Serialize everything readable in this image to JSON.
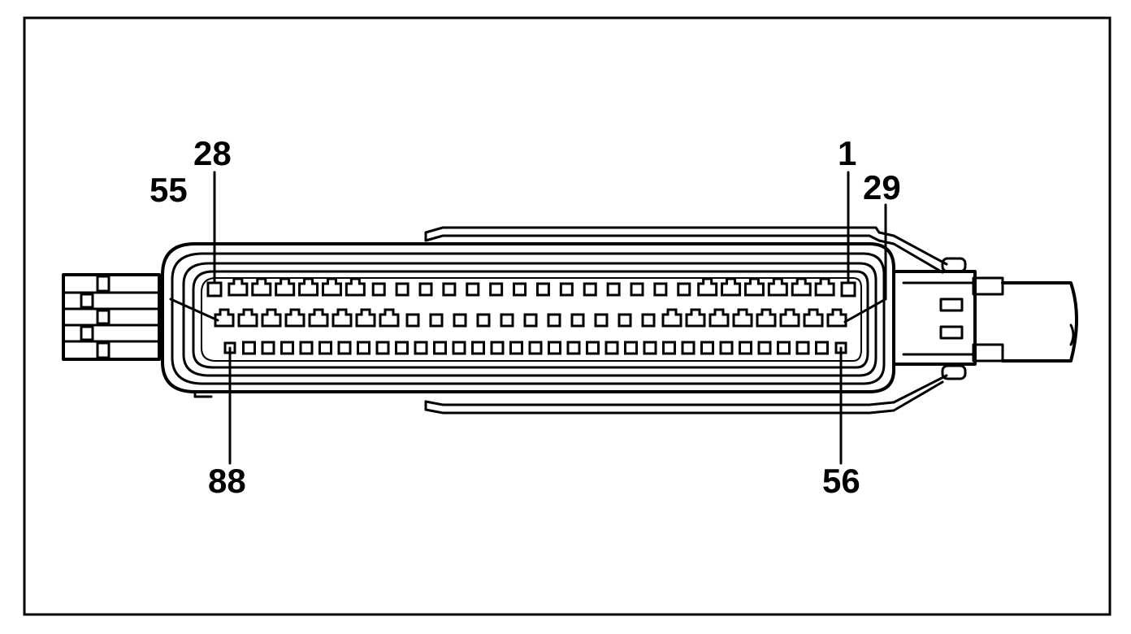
{
  "diagram": {
    "type": "connector-pinout",
    "rows": [
      {
        "name": "top-row",
        "first_pin": "28",
        "last_pin": "1",
        "pin_count": 28
      },
      {
        "name": "middle-row",
        "first_pin": "55",
        "last_pin": "29",
        "pin_count": 27
      },
      {
        "name": "bottom-row",
        "first_pin": "88",
        "last_pin": "56",
        "pin_count": 33
      }
    ],
    "labels": {
      "pin_28": "28",
      "pin_1": "1",
      "pin_55": "55",
      "pin_29": "29",
      "pin_88": "88",
      "pin_56": "56"
    },
    "colors": {
      "line": "#000000",
      "background": "#ffffff"
    }
  }
}
